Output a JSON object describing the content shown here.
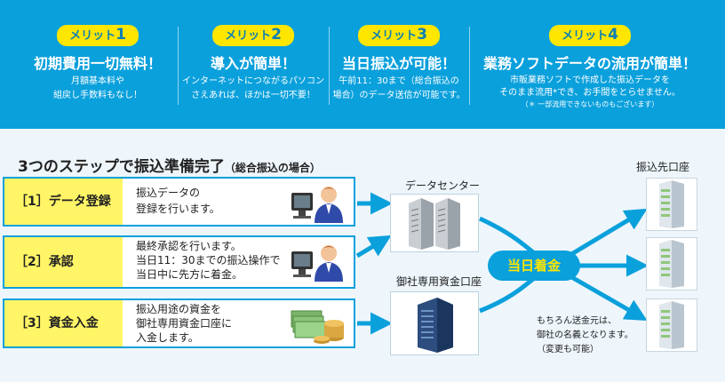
{
  "merits": [
    {
      "badge_prefix": "メリット",
      "badge_num": "1",
      "title": "初期費用一切無料！",
      "lines": [
        "月額基本料や",
        "組戻し手数料もなし！"
      ],
      "note": ""
    },
    {
      "badge_prefix": "メリット",
      "badge_num": "2",
      "title": "導入が簡単！",
      "lines": [
        "インターネットにつながるパソコン",
        "さえあれば、ほかは一切不要！"
      ],
      "note": ""
    },
    {
      "badge_prefix": "メリット",
      "badge_num": "3",
      "title": "当日振込が可能！",
      "lines": [
        "午前11：30まで（総合振込の",
        "場合）のデータ送信が可能です。"
      ],
      "note": ""
    },
    {
      "badge_prefix": "メリット",
      "badge_num": "4",
      "title": "業務ソフトデータの流用が簡単！",
      "lines": [
        "市販業務ソフトで作成した振込データを",
        "そのまま流用*でき、お手間をとらせません。"
      ],
      "note": "（＊ 一部流用できないものもございます）"
    }
  ],
  "heading": {
    "main": "3つのステップで振込準備完了",
    "sub": "（総合振込の場合）"
  },
  "steps": [
    {
      "label": "［1］データ登録",
      "lines": [
        "振込データの",
        "登録を行います。"
      ],
      "icon": "person-computer-icon"
    },
    {
      "label": "［2］承認",
      "lines": [
        "最終承認を行います。",
        "当日11：30までの振込操作で",
        "当日中に先方に着金。"
      ],
      "icon": "person-computer-icon"
    },
    {
      "label": "［3］資金入金",
      "lines": [
        "振込用途の資金を",
        "御社専用資金口座に",
        "入金します。"
      ],
      "icon": "money-icon"
    }
  ],
  "data_center": {
    "label": "データセンター",
    "icon": "server-icon"
  },
  "company_account": {
    "label": "御社専用資金口座",
    "icon": "building-icon"
  },
  "arrival": {
    "label": "当日着金"
  },
  "destination": {
    "label": "振込先口座",
    "icon": "bank-building-icon"
  },
  "footnote": [
    "もちろん送金元は、",
    "御社の名義となります。",
    "（変更も可能）"
  ],
  "colors": {
    "banner": "#0aa0dc",
    "badge": "#ffe600",
    "step_label": "#fff566",
    "arrow": "#0aa0dc"
  }
}
